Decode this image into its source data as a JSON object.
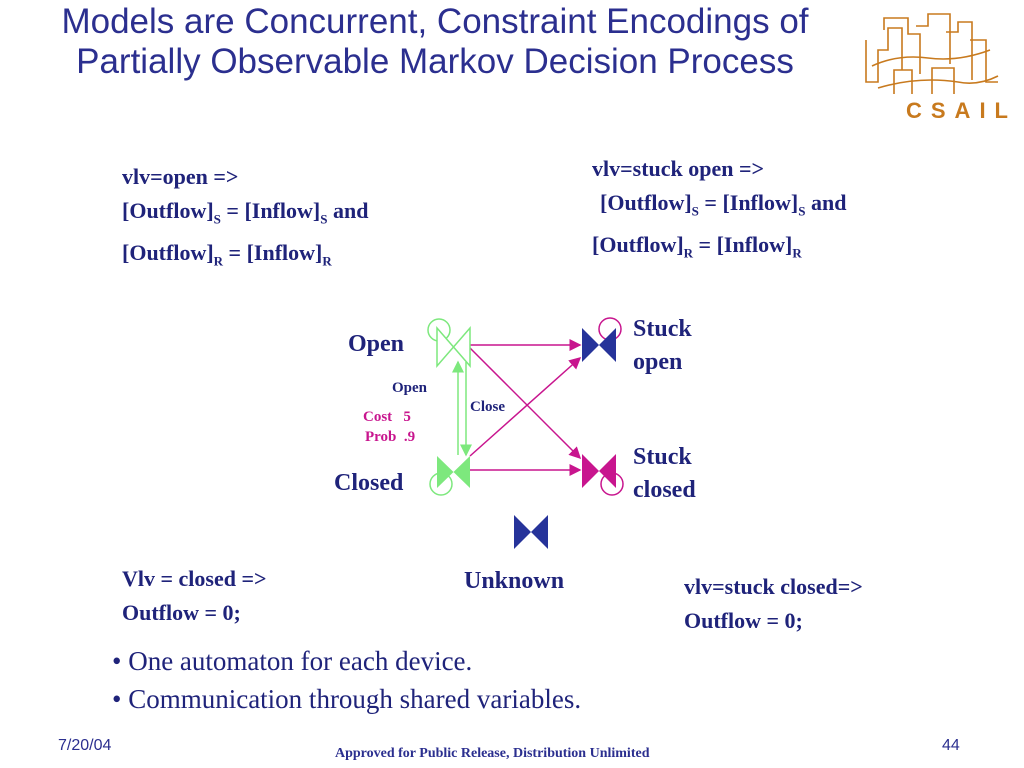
{
  "title": {
    "line1": "Models are Concurrent, Constraint Encodings of",
    "line2": "Partially Observable Markov Decision Process"
  },
  "logo": {
    "text": "CSAIL"
  },
  "constraints": {
    "open": {
      "line1": "vlv=open =>",
      "outflow": "[Outflow]",
      "inflow": "[Inflow]",
      "sub_s": "S",
      "sub_r": "R",
      "eq": " = ",
      "and": " and"
    },
    "stuck_open": {
      "line1": "vlv=stuck open =>",
      "outflow": "[Outflow]",
      "inflow": "[Inflow]",
      "sub_s": "S",
      "sub_r": "R",
      "eq": " = ",
      "and": " and"
    },
    "closed": {
      "line1": "Vlv = closed =>",
      "line2": "Outflow = 0;"
    },
    "stuck_closed": {
      "line1": "vlv=stuck closed=>",
      "line2": "Outflow = 0;"
    }
  },
  "states": {
    "open": "Open",
    "closed": "Closed",
    "stuck_open_1": "Stuck",
    "stuck_open_2": "open",
    "stuck_closed_1": "Stuck",
    "stuck_closed_2": "closed",
    "unknown": "Unknown"
  },
  "transitions": {
    "open_label": "Open",
    "close_label": "Close",
    "cost_label": "Cost",
    "cost_value": "5",
    "prob_label": "Prob",
    "prob_value": ".9"
  },
  "bullets": [
    "• One automaton for each device.",
    "• Communication through shared variables."
  ],
  "footer": {
    "date": "7/20/04",
    "center": "Approved for Public Release, Distribution Unlimited",
    "page": "44"
  },
  "colors": {
    "title": "#2b2f8f",
    "text": "#1f237a",
    "green": "#7de87d",
    "magenta": "#c8158e",
    "navy": "#26339a",
    "logo": "#c87a1e"
  }
}
